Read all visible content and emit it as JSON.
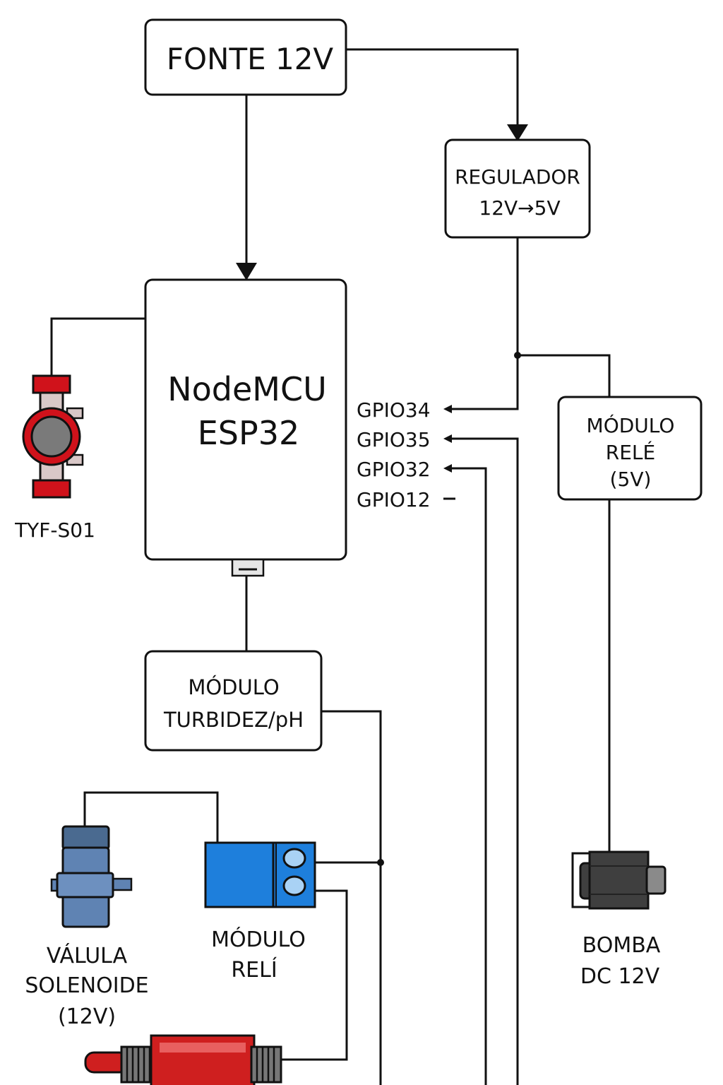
{
  "power_supply": {
    "label": "FONTE 12V"
  },
  "regulator": {
    "line1": "REGULADOR",
    "line2": "12V→5V"
  },
  "controller": {
    "line1": "NodeMCU",
    "line2": "ESP32"
  },
  "gpio_pins": [
    "GPIO34",
    "GPIO35",
    "GPIO32",
    "GPIO12"
  ],
  "relay_5v": {
    "line1": "MÓDULO",
    "line2": "RELÉ",
    "line3": "(5V)"
  },
  "flow_sensor": {
    "label": "TYF-S01"
  },
  "turbidity_module": {
    "line1": "MÓDULO",
    "line2": "TURBIDEZ/pH"
  },
  "relay_module": {
    "line1": "MÓDULO",
    "line2": "RELÍ"
  },
  "solenoid_valve": {
    "line1": "VÁLULA",
    "line2": "SOLENOIDE",
    "line3": "(12V)"
  },
  "pump": {
    "line1": "BOMBA",
    "line2": "DC 12V"
  },
  "colors": {
    "line": "#111111",
    "sensor_red": "#d0121b",
    "valve_blue": "#5f83b3",
    "relay_blue": "#1e7fdc",
    "pump_gray": "#3f3f3f",
    "heater_red": "#cf1f1f"
  }
}
